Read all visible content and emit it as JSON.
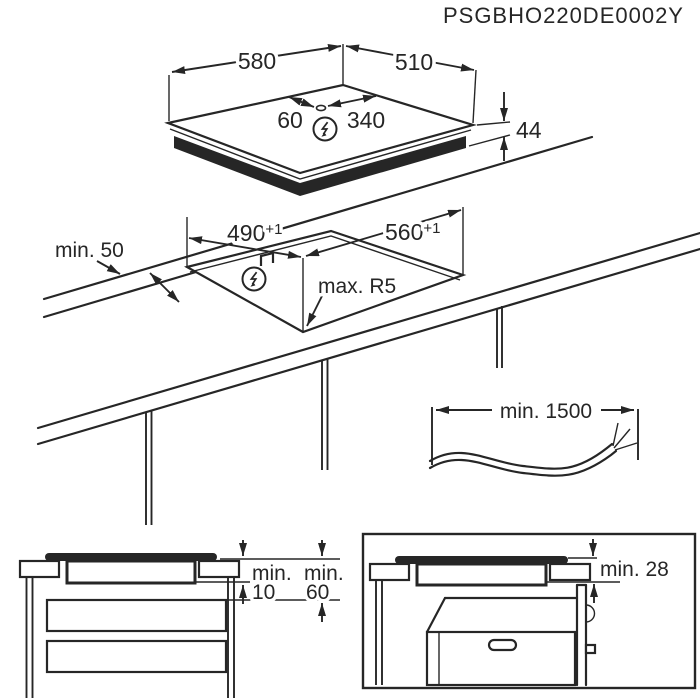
{
  "title": "PSGBHO220DE0002Y",
  "top_view": {
    "width": "580",
    "depth": "510",
    "power_offset_left": "60",
    "power_offset_right": "340",
    "height": "44"
  },
  "cutout_view": {
    "edge_clearance": "min. 50",
    "cutout_depth": "490",
    "cutout_depth_tol": "+1",
    "cutout_width": "560",
    "cutout_width_tol": "+1",
    "corner_radius": "max. R5"
  },
  "cable": {
    "length": "min. 1500"
  },
  "section_drawer": {
    "gap_label_1": "min.",
    "gap_value_1": "10",
    "gap_label_2": "min.",
    "gap_value_2": "60"
  },
  "section_oven": {
    "gap": "min. 28"
  },
  "colors": {
    "line": "#262626",
    "background": "#ffffff"
  }
}
